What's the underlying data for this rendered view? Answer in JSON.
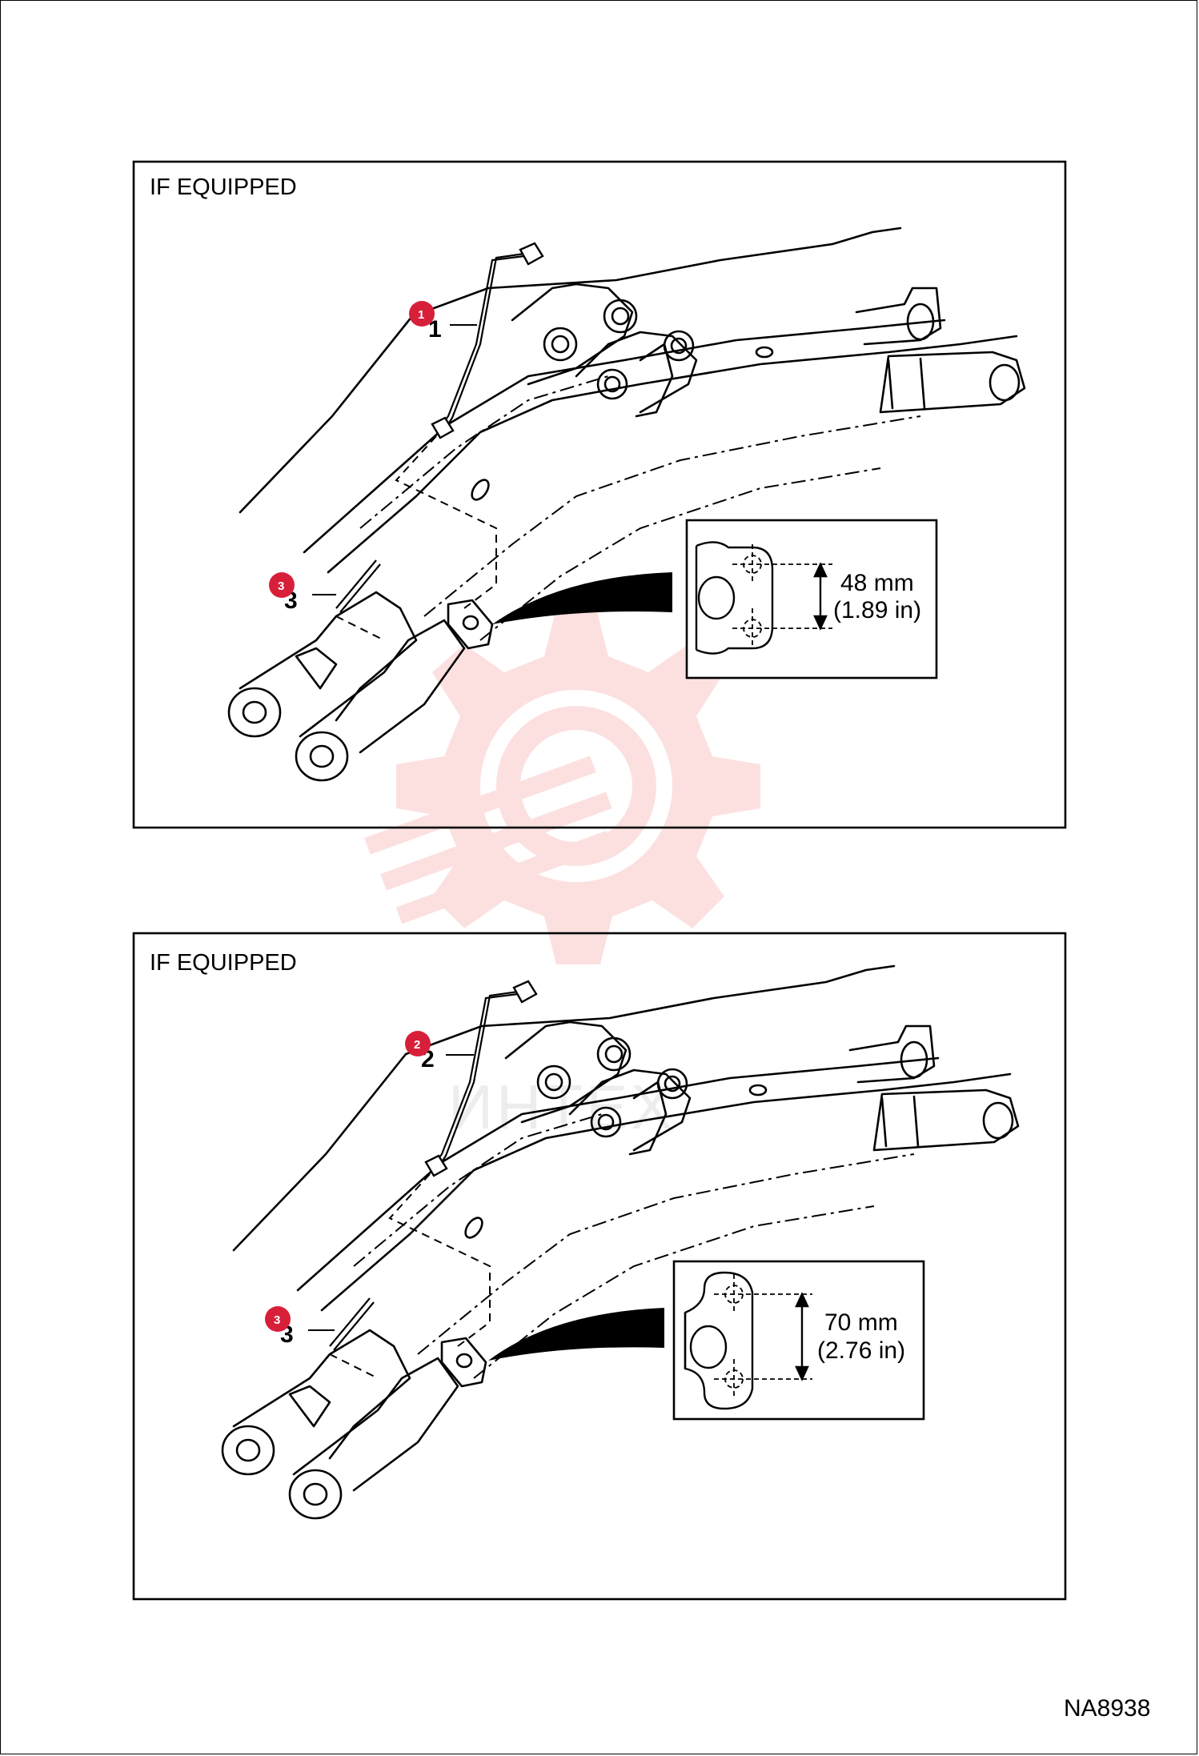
{
  "figure_id": "NA8938",
  "watermark_text": "ИНТЕХ",
  "colors": {
    "callout": "#d81f3a",
    "watermark": "#f25a5a",
    "line": "#000000"
  },
  "panels": [
    {
      "label": "IF EQUIPPED",
      "callouts": [
        {
          "number": "1",
          "part_label": "1"
        },
        {
          "number": "3",
          "part_label": "3"
        }
      ],
      "detail": {
        "dimension_mm": "48 mm",
        "dimension_in": "(1.89 in)"
      }
    },
    {
      "label": "IF EQUIPPED",
      "callouts": [
        {
          "number": "2",
          "part_label": "2"
        },
        {
          "number": "3",
          "part_label": "3"
        }
      ],
      "detail": {
        "dimension_mm": "70 mm",
        "dimension_in": "(2.76 in)"
      }
    }
  ]
}
